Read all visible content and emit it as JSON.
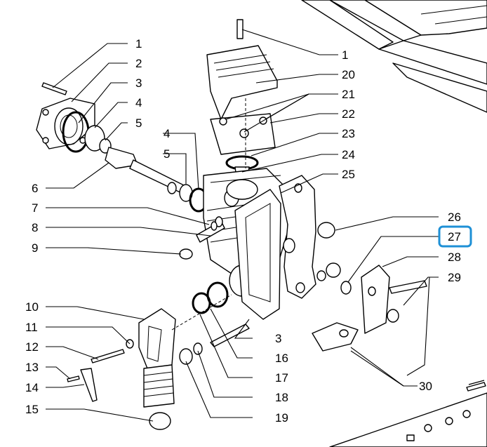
{
  "highlight_color": "#1e90d6",
  "highlighted_callout": "27",
  "callouts": {
    "left": [
      {
        "id": "l1",
        "label": "1"
      },
      {
        "id": "l2",
        "label": "2"
      },
      {
        "id": "l3",
        "label": "3"
      },
      {
        "id": "l4a",
        "label": "4"
      },
      {
        "id": "l5a",
        "label": "5"
      },
      {
        "id": "l4b",
        "label": "4"
      },
      {
        "id": "l5b",
        "label": "5"
      },
      {
        "id": "l6",
        "label": "6"
      },
      {
        "id": "l7",
        "label": "7"
      },
      {
        "id": "l8",
        "label": "8"
      },
      {
        "id": "l9",
        "label": "9"
      },
      {
        "id": "l10",
        "label": "10"
      },
      {
        "id": "l11",
        "label": "11"
      },
      {
        "id": "l12",
        "label": "12"
      },
      {
        "id": "l13",
        "label": "13"
      },
      {
        "id": "l14",
        "label": "14"
      },
      {
        "id": "l15",
        "label": "15"
      }
    ],
    "right": [
      {
        "id": "r1",
        "label": "1"
      },
      {
        "id": "r20",
        "label": "20"
      },
      {
        "id": "r21",
        "label": "21"
      },
      {
        "id": "r22",
        "label": "22"
      },
      {
        "id": "r23",
        "label": "23"
      },
      {
        "id": "r24",
        "label": "24"
      },
      {
        "id": "r25",
        "label": "25"
      },
      {
        "id": "r26",
        "label": "26"
      },
      {
        "id": "r27",
        "label": "27"
      },
      {
        "id": "r28",
        "label": "28"
      },
      {
        "id": "r29",
        "label": "29"
      },
      {
        "id": "r30",
        "label": "30"
      },
      {
        "id": "b3",
        "label": "3"
      },
      {
        "id": "b16",
        "label": "16"
      },
      {
        "id": "b17",
        "label": "17"
      },
      {
        "id": "b18",
        "label": "18"
      },
      {
        "id": "b19",
        "label": "19"
      }
    ]
  }
}
